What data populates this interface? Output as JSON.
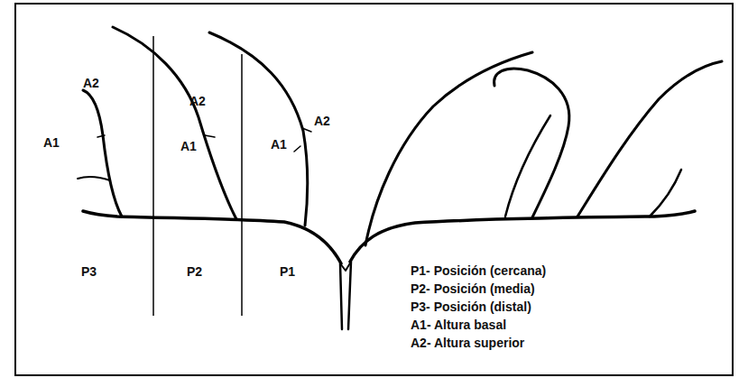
{
  "diagram": {
    "labels": [
      "A2",
      "A2",
      "A2",
      "A1",
      "A1",
      "A1",
      "P3",
      "P2",
      "P1",
      "P1- Posición (cercana)",
      "P2- Posición (media)",
      "P3- Posición (distal)",
      "A1- Altura basal",
      "A2- Altura superior"
    ]
  }
}
